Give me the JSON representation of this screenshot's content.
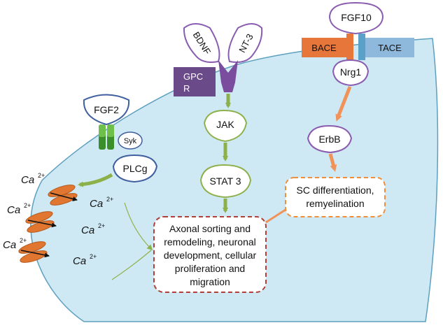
{
  "ligands": {
    "fgf2": "FGF2",
    "bdnf": "BDNF",
    "nt3": "NT-3",
    "fgf10": "FGF10"
  },
  "receptors": {
    "gpcr_line1": "GPC",
    "gpcr_line2": "R",
    "bace": "BACE",
    "tace": "TACE"
  },
  "signaling": {
    "syk": "Syk",
    "plcg": "PLCg",
    "jak": "JAK",
    "stat3": "STAT 3",
    "nrg1": "Nrg1",
    "erbb": "ErbB"
  },
  "calcium": {
    "base": "Ca",
    "charge": "2+"
  },
  "outcomes": {
    "axonal": [
      "Axonal sorting and",
      "remodeling, neuronal",
      "development, cellular",
      "proliferation and",
      "migration"
    ],
    "sc": [
      "SC differentiation,",
      "remyelination"
    ]
  },
  "colors": {
    "cell_fill": "#cfe9f4",
    "cell_stroke": "#5d9fbf",
    "green": "#8db14a",
    "orange_arrow": "#f0935a",
    "purple": "#7a4d9e",
    "node_stroke_purple": "#8a5cb0",
    "node_stroke_green": "#8db14a",
    "node_stroke_blue": "#3f5f9e",
    "dashed_red": "#b0403a",
    "dashed_orange": "#ef8f3c",
    "bace": "#e7763a",
    "tace": "#8eb9dc",
    "gpcr_box": "#6b4a8a",
    "channel": "#e0762f"
  }
}
